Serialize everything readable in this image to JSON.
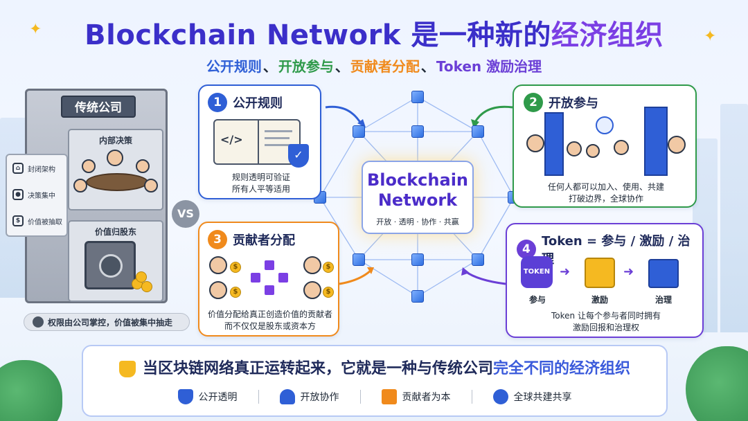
{
  "title": {
    "part1": "Blockchain Network ",
    "part2": "是一种新的",
    "part3": "经济组织"
  },
  "subtitle": {
    "item1": "公开规则",
    "sep1": "、",
    "item2": "开放参与",
    "sep2": "、",
    "item3": "贡献者分配",
    "sep3": "、",
    "item4": "Token 激励治理"
  },
  "company": {
    "sign": "传统公司",
    "room1_label": "内部决策",
    "room2_label": "价值归股东",
    "side_tags": [
      "封闭架构",
      "决策集中",
      "价值被抽取"
    ],
    "warning": "权限由公司掌控，价值被集中抽走",
    "vs": "VS"
  },
  "cards": {
    "c1": {
      "num": "1",
      "title": "公开规则",
      "code": "</>",
      "text1": "规则透明可验证",
      "text2": "所有人平等适用"
    },
    "c2": {
      "num": "2",
      "title": "开放参与",
      "text1": "任何人都可以加入、使用、共建",
      "text2": "打破边界，全球协作"
    },
    "c3": {
      "num": "3",
      "title": "贡献者分配",
      "text1": "价值分配给真正创造价值的贡献者",
      "text2": "而不仅仅是股东或资本方"
    },
    "c4": {
      "num": "4",
      "title": "Token = 参与 / 激励 / 治理",
      "token_label": "TOKEN",
      "step1": "参与",
      "step2": "激励",
      "step3": "治理",
      "text1": "Token 让每个参与者同时拥有",
      "text2": "激励回报和治理权"
    }
  },
  "center": {
    "title_line1": "Blockchain",
    "title_line2": "Network",
    "tagline": "开放 · 透明 · 协作 · 共赢"
  },
  "banner": {
    "main_part1": "当区块链网络真正运转起来，它就是一种与传统公司",
    "main_part2": "完全不同的经济组织",
    "items": [
      "公开透明",
      "开放协作",
      "贡献者为本",
      "全球共建共享"
    ]
  },
  "colors": {
    "title": "#3b2fc9",
    "accent_purple": "#7b3fe4",
    "blue": "#2f5fd6",
    "green": "#2f9a4a",
    "orange": "#f08a1c",
    "purple": "#6b3fd6"
  }
}
